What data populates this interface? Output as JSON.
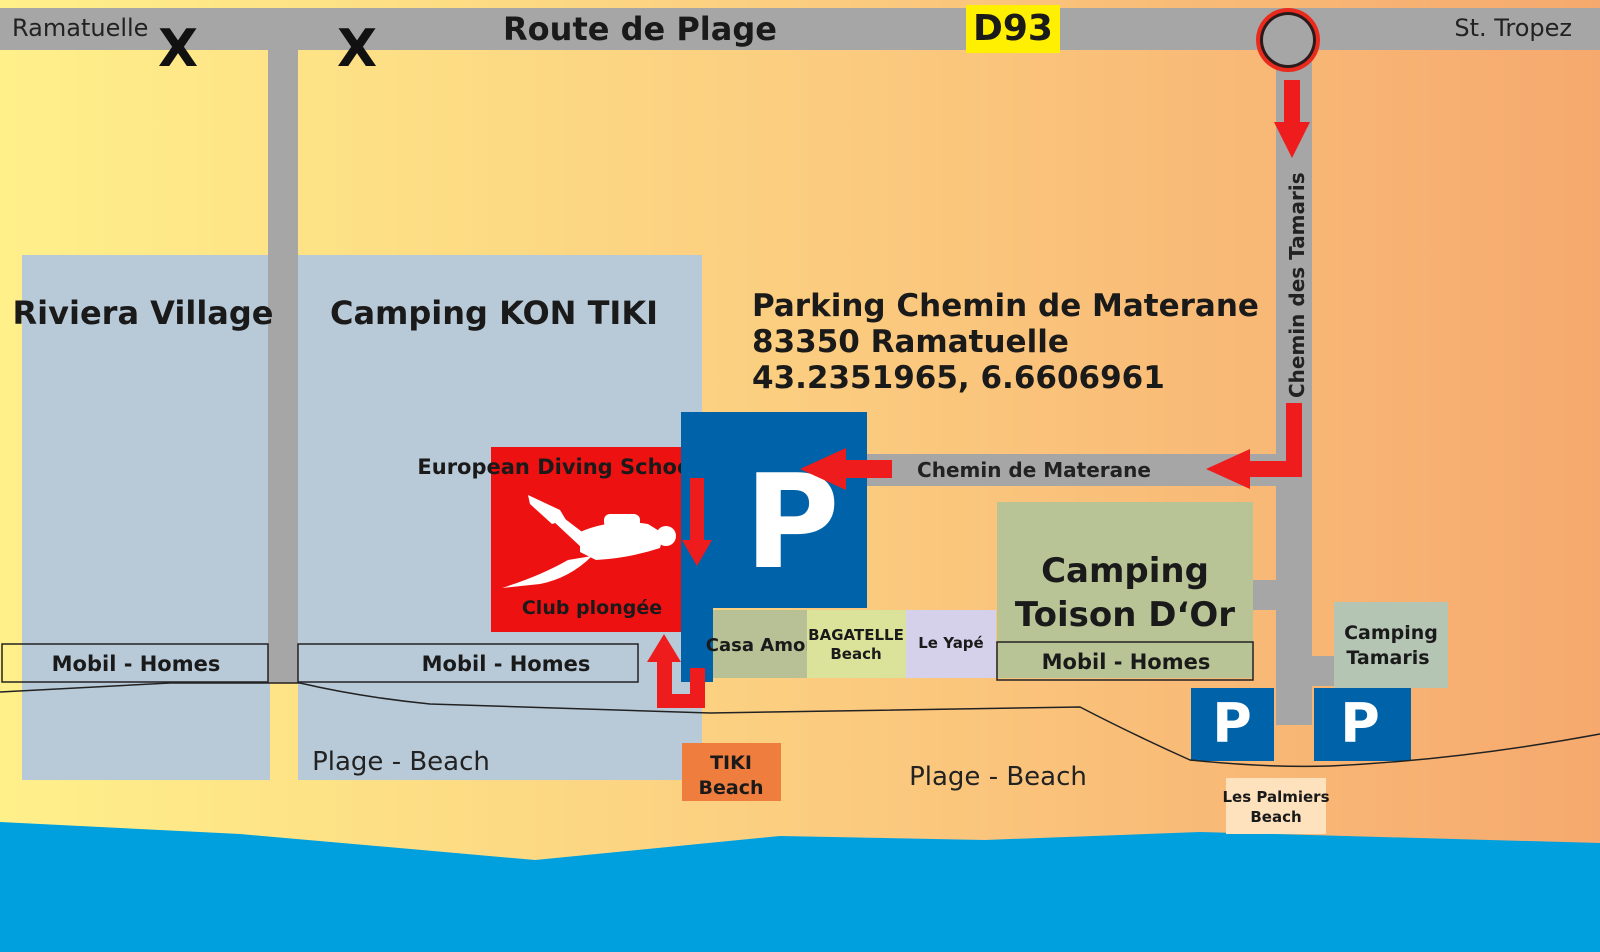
{
  "colors": {
    "sand_left": "#fff08a",
    "sand_mid": "#fbcd80",
    "sand_right": "#f6a96e",
    "road": "#a6a6a6",
    "zone": "#b8cad8",
    "water": "#00a0df",
    "parking": "#0062a8",
    "arrow": "#ee1c1c",
    "diving_red": "#ee1111",
    "d93_badge": "#ffef00",
    "camping_green": "#b8c496",
    "camping_tamaris": "#b5c5b4",
    "casa_amor": "#b8c196",
    "bagatelle": "#dbe39a",
    "le_yape": "#d6d1ea",
    "tiki_beach": "#ef7d3e",
    "les_palmiers": "#fde2bd"
  },
  "roads": {
    "main_road_name": "Route de Plage",
    "main_road_number": "D93",
    "left_end": "Ramatuelle",
    "right_end": "St. Tropez",
    "closed_marker_1": "X",
    "closed_marker_2": "X",
    "side_road_vertical": "Chemin des Tamaris",
    "side_road_horizontal": "Chemin de Materane"
  },
  "places": {
    "riviera_village": "Riviera Village",
    "camping_kon_tiki": "Camping KON TIKI",
    "mobil_homes_1": "Mobil - Homes",
    "mobil_homes_2": "Mobil - Homes",
    "mobil_homes_3": "Mobil - Homes",
    "european_diving_school": "European Diving School",
    "club_plongee": "Club plongée",
    "casa_amor": "Casa Amor",
    "bagatelle_line1": "BAGATELLE",
    "bagatelle_line2": "Beach",
    "le_yape": "Le Yapé",
    "camping_toison_line1": "Camping",
    "camping_toison_line2": "Toison D‘Or",
    "camping_tamaris_line1": "Camping",
    "camping_tamaris_line2": "Tamaris",
    "tiki_beach_line1": "TIKI",
    "tiki_beach_line2": "Beach",
    "les_palmiers_line1": "Les Palmiers",
    "les_palmiers_line2": "Beach",
    "beach_left": "Plage - Beach",
    "beach_right": "Plage - Beach"
  },
  "parking": {
    "main_symbol": "P",
    "small_symbol_1": "P",
    "small_symbol_2": "P",
    "address_line1": "Parking Chemin de Materane",
    "address_line2": "83350 Ramatuelle",
    "coordinates": "43.2351965, 6.6606961"
  },
  "icons": {
    "roundabout": "roundabout-icon",
    "diver": "scuba-diver-icon",
    "direction_arrows": "red-arrow-icon"
  }
}
